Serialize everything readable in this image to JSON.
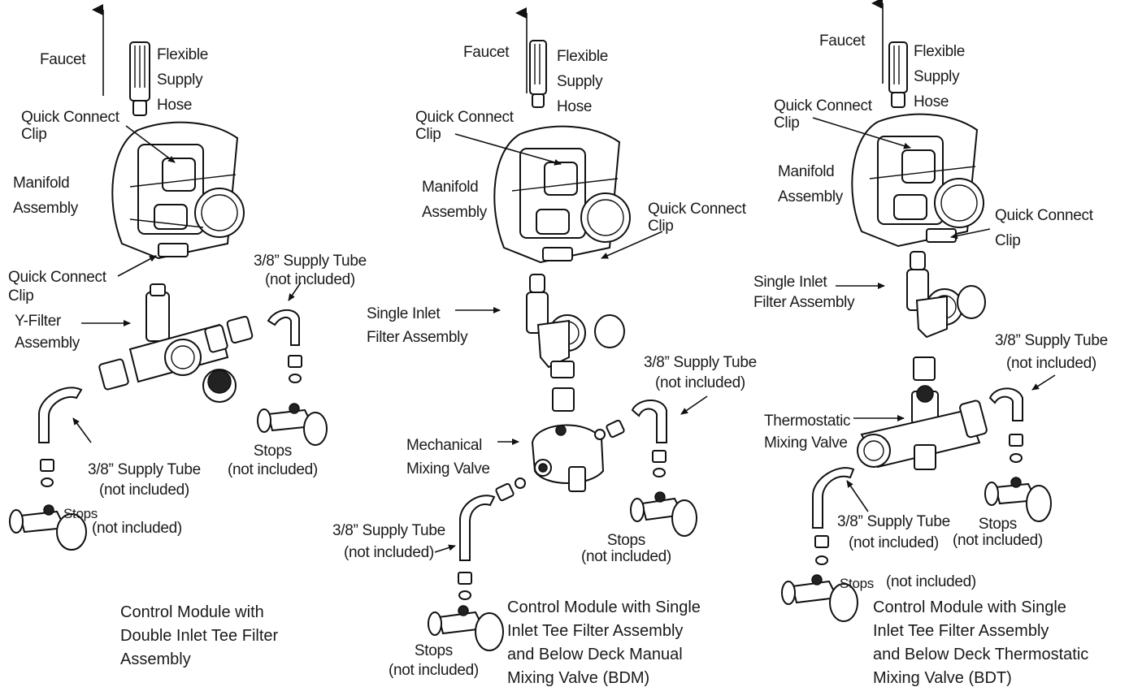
{
  "panel_left": {
    "faucet": "Faucet",
    "flexible_supply_hose": "Flexible\nSupply\nHose",
    "quick_connect_clip_top": "Quick Connect\nClip",
    "manifold_assembly": "Manifold\nAssembly",
    "quick_connect_clip_bottom": "Quick Connect\nClip",
    "supply_tube_right": "3/8” Supply Tube\n(not included)",
    "y_filter_assembly": "Y-Filter\nAssembly",
    "supply_tube_left": "3/8” Supply Tube\n(not included)",
    "stops_right": "Stops\n(not included)",
    "stops_left": "Stops",
    "stops_left_note": "(not included)",
    "caption": "Control Module with\nDouble Inlet Tee Filter\nAssembly"
  },
  "panel_middle": {
    "faucet": "Faucet",
    "flexible_supply_hose": "Flexible\nSupply\nHose",
    "quick_connect_clip_top": "Quick Connect\nClip",
    "manifold_assembly": "Manifold\nAssembly",
    "quick_connect_clip_right": "Quick Connect\nClip",
    "single_inlet_filter": "Single Inlet\nFilter Assembly",
    "supply_tube_right": "3/8” Supply Tube\n(not included)",
    "mechanical_mixing_valve": "Mechanical\nMixing Valve",
    "supply_tube_left": "3/8” Supply Tube\n(not included)",
    "stops_right": "Stops\n(not included)",
    "stops_left": "Stops\n(not included)",
    "caption": "Control Module with Single\nInlet Tee Filter Assembly\nand Below Deck Manual\nMixing Valve (BDM)"
  },
  "panel_right": {
    "faucet": "Faucet",
    "flexible_supply_hose": "Flexible\nSupply\nHose",
    "quick_connect_clip_top": "Quick Connect\nClip",
    "manifold_assembly": "Manifold\nAssembly",
    "quick_connect_clip_right": "Quick Connect\nClip",
    "single_inlet_filter": "Single Inlet\nFilter Assembly",
    "supply_tube_right": "3/8” Supply Tube\n(not included)",
    "thermostatic_mixing_valve": "Thermostatic\nMixing Valve",
    "supply_tube_left": "3/8” Supply Tube\n(not included)",
    "stops_right": "Stops\n(not included)",
    "stops_left": "Stops",
    "stops_left_note": "(not included)",
    "caption": "Control Module with Single\nInlet Tee Filter Assembly\nand Below Deck Thermostatic\nMixing Valve (BDT)"
  }
}
